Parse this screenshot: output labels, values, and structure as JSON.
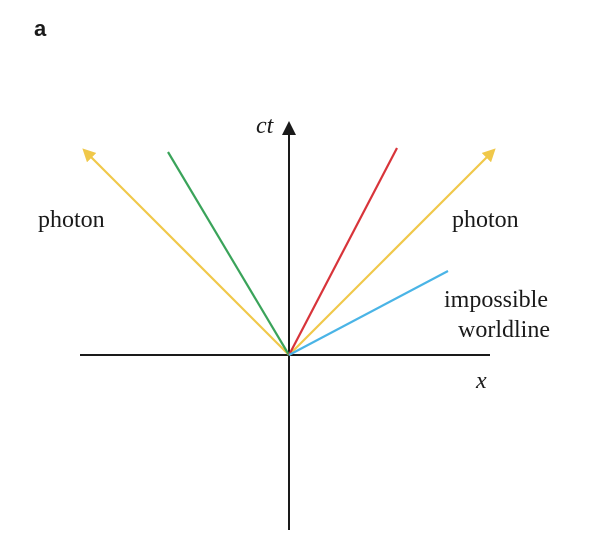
{
  "panel_label": "a",
  "axes": {
    "vertical_label": "ct",
    "horizontal_label": "x"
  },
  "labels": {
    "photon_left": "photon",
    "photon_right": "photon",
    "impossible_line1": "impossible",
    "impossible_line2": "worldline"
  },
  "colors": {
    "axis": "#1a1a1a",
    "photon": "#f0c84a",
    "green_worldline": "#3aa35a",
    "red_worldline": "#d8343a",
    "impossible_worldline": "#4ab4e6"
  }
}
